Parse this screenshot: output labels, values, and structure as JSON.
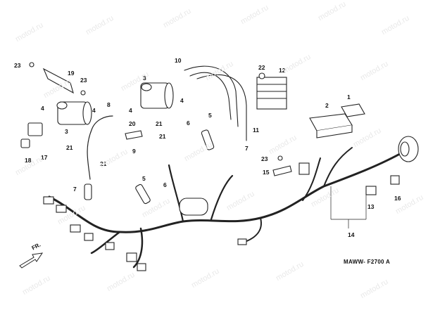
{
  "watermark": "motod.ru",
  "diagram": {
    "code": "MAWW- F2700 A",
    "front_label": "FR.",
    "callouts": [
      "1",
      "2",
      "3",
      "3",
      "4",
      "4",
      "4",
      "4",
      "5",
      "5",
      "6",
      "6",
      "7",
      "7",
      "8",
      "9",
      "10",
      "11",
      "12",
      "13",
      "14",
      "15",
      "16",
      "17",
      "18",
      "19",
      "20",
      "21",
      "21",
      "21",
      "21",
      "22",
      "23",
      "23",
      "23"
    ]
  }
}
